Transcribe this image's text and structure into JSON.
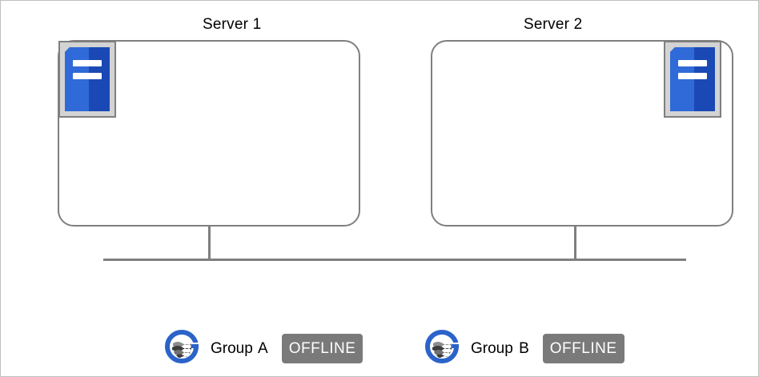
{
  "servers": [
    {
      "name": "Server 1",
      "icon": "server-icon"
    },
    {
      "name": "Server 2",
      "icon": "server-icon"
    }
  ],
  "groups": [
    {
      "name": "Group A",
      "status": "OFFLINE",
      "icon": "group-logo-icon"
    },
    {
      "name": "Group B",
      "status": "OFFLINE",
      "icon": "group-logo-icon"
    }
  ],
  "colors": {
    "outline": "#7f7f7f",
    "server_icon_blue": "#1f4fbf",
    "server_icon_bg": "#d3d3d3",
    "badge_bg": "#7a7a7a",
    "logo_blue": "#2b63c9"
  }
}
